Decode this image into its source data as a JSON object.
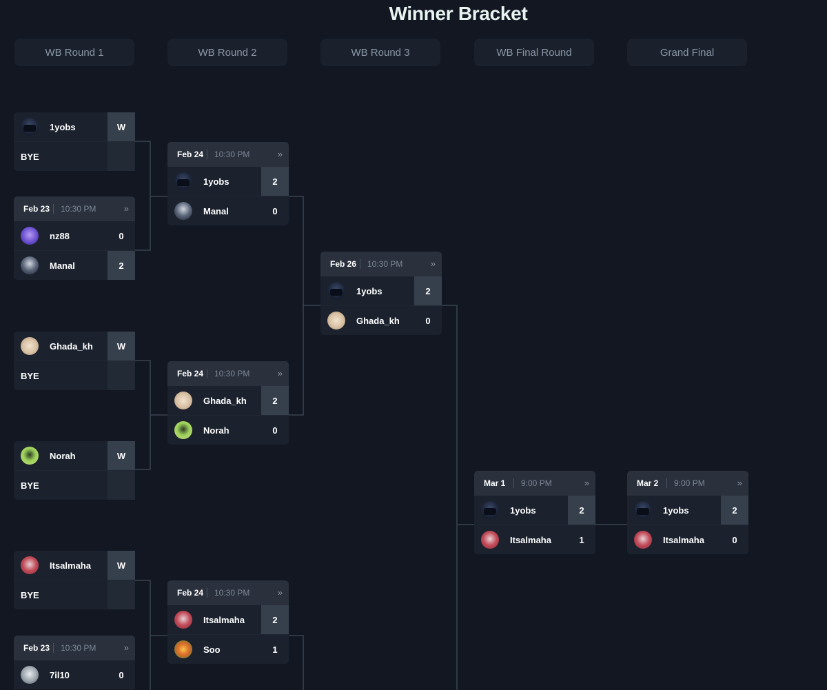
{
  "page_title": "Winner Bracket",
  "rounds": [
    "WB Round 1",
    "WB Round 2",
    "WB Round 3",
    "WB Final Round",
    "Grand Final"
  ],
  "icons": {
    "details": "double-chevron-right-icon"
  },
  "matches": {
    "r1m1": {
      "p1": {
        "name": "1yobs",
        "score": "W",
        "avatar": "1yobs"
      },
      "p2": {
        "name": "BYE",
        "score": ""
      }
    },
    "r1m2": {
      "date": "Feb 23",
      "time": "10:30 PM",
      "p1": {
        "name": "nz88",
        "score": "0",
        "avatar": "nz88"
      },
      "p2": {
        "name": "Manal",
        "score": "2",
        "avatar": "Manal"
      }
    },
    "r1m3": {
      "p1": {
        "name": "Ghada_kh",
        "score": "W",
        "avatar": "Ghada_kh"
      },
      "p2": {
        "name": "BYE",
        "score": ""
      }
    },
    "r1m4": {
      "p1": {
        "name": "Norah",
        "score": "W",
        "avatar": "Norah"
      },
      "p2": {
        "name": "BYE",
        "score": ""
      }
    },
    "r1m5": {
      "p1": {
        "name": "Itsalmaha",
        "score": "W",
        "avatar": "Itsalmaha"
      },
      "p2": {
        "name": "BYE",
        "score": ""
      }
    },
    "r1m6": {
      "date": "Feb 23",
      "time": "10:30 PM",
      "p1": {
        "name": "7il10",
        "score": "0",
        "avatar": "7il10"
      }
    },
    "r2m1": {
      "date": "Feb 24",
      "time": "10:30 PM",
      "p1": {
        "name": "1yobs",
        "score": "2",
        "avatar": "1yobs"
      },
      "p2": {
        "name": "Manal",
        "score": "0",
        "avatar": "Manal"
      }
    },
    "r2m2": {
      "date": "Feb 24",
      "time": "10:30 PM",
      "p1": {
        "name": "Ghada_kh",
        "score": "2",
        "avatar": "Ghada_kh"
      },
      "p2": {
        "name": "Norah",
        "score": "0",
        "avatar": "Norah"
      }
    },
    "r2m3": {
      "date": "Feb 24",
      "time": "10:30 PM",
      "p1": {
        "name": "Itsalmaha",
        "score": "2",
        "avatar": "Itsalmaha"
      },
      "p2": {
        "name": "Soo",
        "score": "1",
        "avatar": "Soo"
      }
    },
    "r3m1": {
      "date": "Feb 26",
      "time": "10:30 PM",
      "p1": {
        "name": "1yobs",
        "score": "2",
        "avatar": "1yobs"
      },
      "p2": {
        "name": "Ghada_kh",
        "score": "0",
        "avatar": "Ghada_kh"
      }
    },
    "r4m1": {
      "date": "Mar 1",
      "time": "9:00 PM",
      "p1": {
        "name": "1yobs",
        "score": "2",
        "avatar": "1yobs"
      },
      "p2": {
        "name": "Itsalmaha",
        "score": "1",
        "avatar": "Itsalmaha"
      }
    },
    "r5m1": {
      "date": "Mar 2",
      "time": "9:00 PM",
      "p1": {
        "name": "1yobs",
        "score": "2",
        "avatar": "1yobs"
      },
      "p2": {
        "name": "Itsalmaha",
        "score": "0",
        "avatar": "Itsalmaha"
      }
    }
  }
}
